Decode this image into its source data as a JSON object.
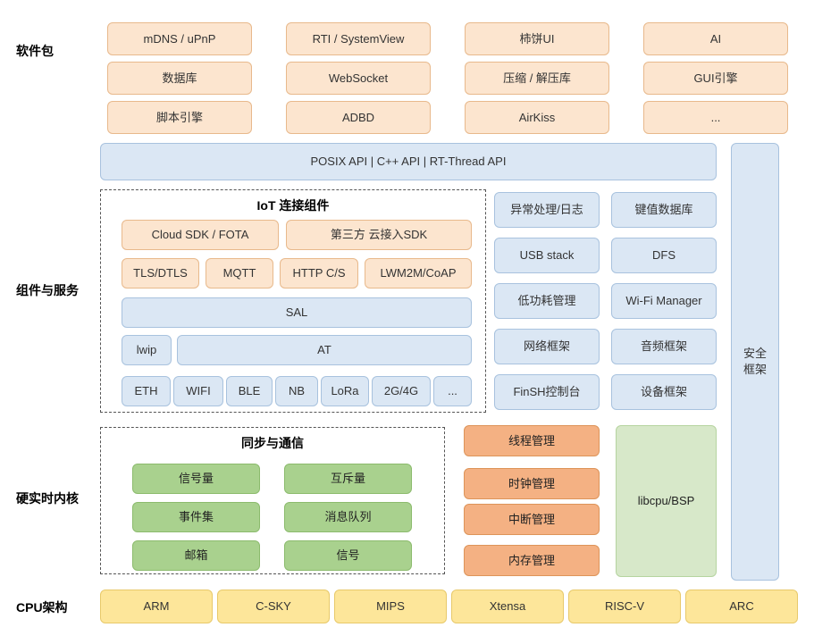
{
  "layers": [
    {
      "label": "软件包"
    },
    {
      "label": "组件与服务"
    },
    {
      "label": "硬实时内核"
    },
    {
      "label": "CPU架构"
    }
  ],
  "software_packages": {
    "rows": [
      [
        "mDNS / uPnP",
        "RTI / SystemView",
        "柿饼UI",
        "AI"
      ],
      [
        "数据库",
        "WebSocket",
        "压缩 / 解压库",
        "GUI引擎"
      ],
      [
        "脚本引擎",
        "ADBD",
        "AirKiss",
        "..."
      ]
    ]
  },
  "api_bar": {
    "label": "POSIX API  |  C++ API  |  RT-Thread API"
  },
  "security_frame": {
    "label": "安全\n框架",
    "line1": "安全",
    "line2": "框架"
  },
  "iot": {
    "title": "IoT 连接组件",
    "row1": [
      "Cloud SDK / FOTA",
      "第三方 云接入SDK"
    ],
    "row2": [
      "TLS/DTLS",
      "MQTT",
      "HTTP C/S",
      "LWM2M/CoAP"
    ],
    "sal": "SAL",
    "lwip": "lwip",
    "at": "AT",
    "row_net": [
      "ETH",
      "WIFI",
      "BLE",
      "NB",
      "LoRa",
      "2G/4G",
      "..."
    ]
  },
  "services": {
    "left": [
      "异常处理/日志",
      "USB stack",
      "低功耗管理",
      "网络框架",
      "FinSH控制台"
    ],
    "right": [
      "键值数据库",
      "DFS",
      "Wi-Fi Manager",
      "音频框架",
      "设备框架"
    ]
  },
  "kernel": {
    "sync_title": "同步与通信",
    "sync_left": [
      "信号量",
      "事件集",
      "邮箱"
    ],
    "sync_right": [
      "互斥量",
      "消息队列",
      "信号"
    ],
    "managers": [
      "线程管理",
      "时钟管理",
      "中断管理",
      "内存管理"
    ],
    "libcpu": "libcpu/BSP"
  },
  "cpu": {
    "items": [
      "ARM",
      "C-SKY",
      "MIPS",
      "Xtensa",
      "RISC-V",
      "ARC"
    ]
  },
  "colors": {
    "peach": "#fce5cf",
    "blue": "#dbe7f4",
    "green": "#a9d18e",
    "orange": "#f4b183",
    "lightgreen": "#d7e8c9",
    "yellow": "#fde69a"
  }
}
